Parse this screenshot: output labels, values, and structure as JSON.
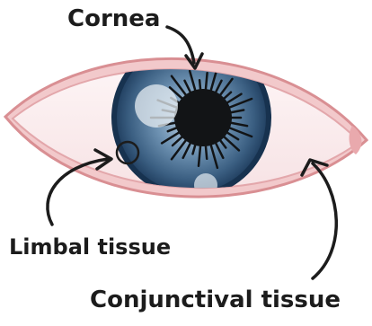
{
  "labels": {
    "cornea": "Cornea",
    "limbal": "Limbal tissue",
    "conjunctival": "Conjunctival tissue"
  },
  "icons": {
    "eye": "eye-illustration",
    "arrow": "curved-arrow"
  },
  "colors": {
    "lid_outline": "#d98f93",
    "lid_fill": "#f2c9cb",
    "sclera": "#fbeef0",
    "iris_outer": "#1f3d5e",
    "iris_mid": "#4f7396",
    "iris_light": "#8eb0cd",
    "pupil": "#121416",
    "highlight": "#e6ecf2",
    "arrow": "#1c1c1c"
  }
}
